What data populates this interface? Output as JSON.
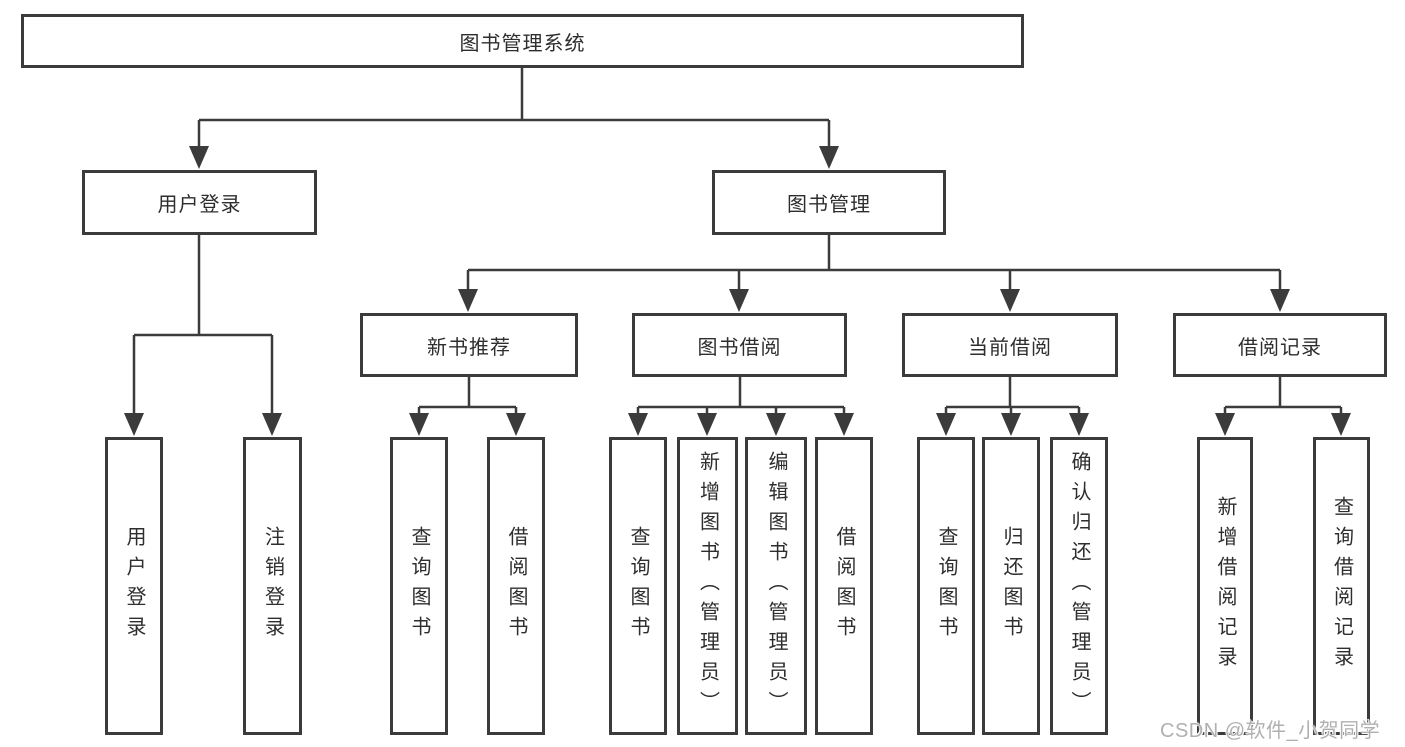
{
  "diagram": {
    "title": "图书管理系统",
    "tree": {
      "root": {
        "label": "图书管理系统"
      },
      "branches": [
        {
          "label": "用户登录",
          "children": [
            {
              "label": "用户登录"
            },
            {
              "label": "注销登录"
            }
          ]
        },
        {
          "label": "图书管理",
          "children": [
            {
              "label": "新书推荐",
              "children": [
                {
                  "label": "查询图书"
                },
                {
                  "label": "借阅图书"
                }
              ]
            },
            {
              "label": "图书借阅",
              "children": [
                {
                  "label": "查询图书"
                },
                {
                  "label": "新增图书（管理员）"
                },
                {
                  "label": "编辑图书（管理员）"
                },
                {
                  "label": "借阅图书"
                }
              ]
            },
            {
              "label": "当前借阅",
              "children": [
                {
                  "label": "查询图书"
                },
                {
                  "label": "归还图书"
                },
                {
                  "label": "确认归还（管理员）"
                }
              ]
            },
            {
              "label": "借阅记录",
              "children": [
                {
                  "label": "新增借阅记录"
                },
                {
                  "label": "查询借阅记录"
                }
              ]
            }
          ]
        }
      ]
    }
  },
  "watermark": {
    "text": "CSDN @软件_小贺同学"
  },
  "colors": {
    "line": "#3b3b3b",
    "box_border": "#3b3b3b",
    "text": "#2e2e2e",
    "watermark": "#b0b0b0",
    "background": "#ffffff"
  }
}
